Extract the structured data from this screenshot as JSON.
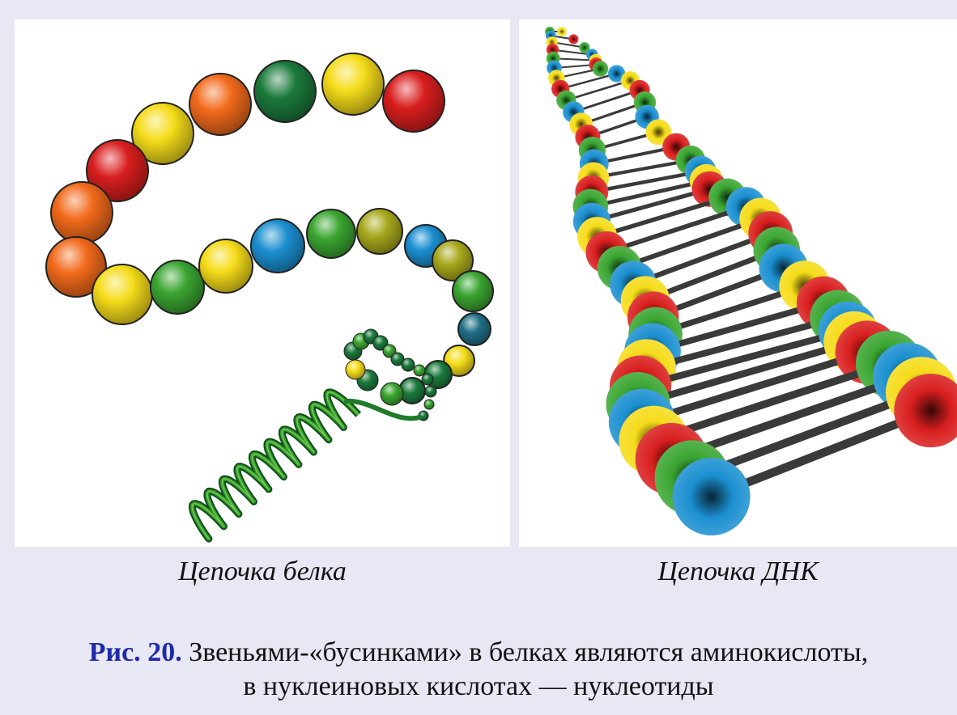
{
  "figure": {
    "label": "Рис. 20.",
    "caption_line1": "Звеньями-«бусинками» в белках являются аминокислоты,",
    "caption_line2": "в нуклеиновых кислотах — нуклеотиды"
  },
  "panels": {
    "left_caption": "Цепочка белка",
    "right_caption": "Цепочка ДНК"
  },
  "colors": {
    "background": "#e8e7f4",
    "figure_label": "#1f2aa8",
    "red": "#d91e1e",
    "orange": "#f26a1b",
    "yellow": "#f5dc1a",
    "green": "#3aa531",
    "dark_green": "#1b7a3c",
    "blue": "#1b8fd0",
    "teal": "#1f6f86",
    "olive": "#a7a81c"
  }
}
